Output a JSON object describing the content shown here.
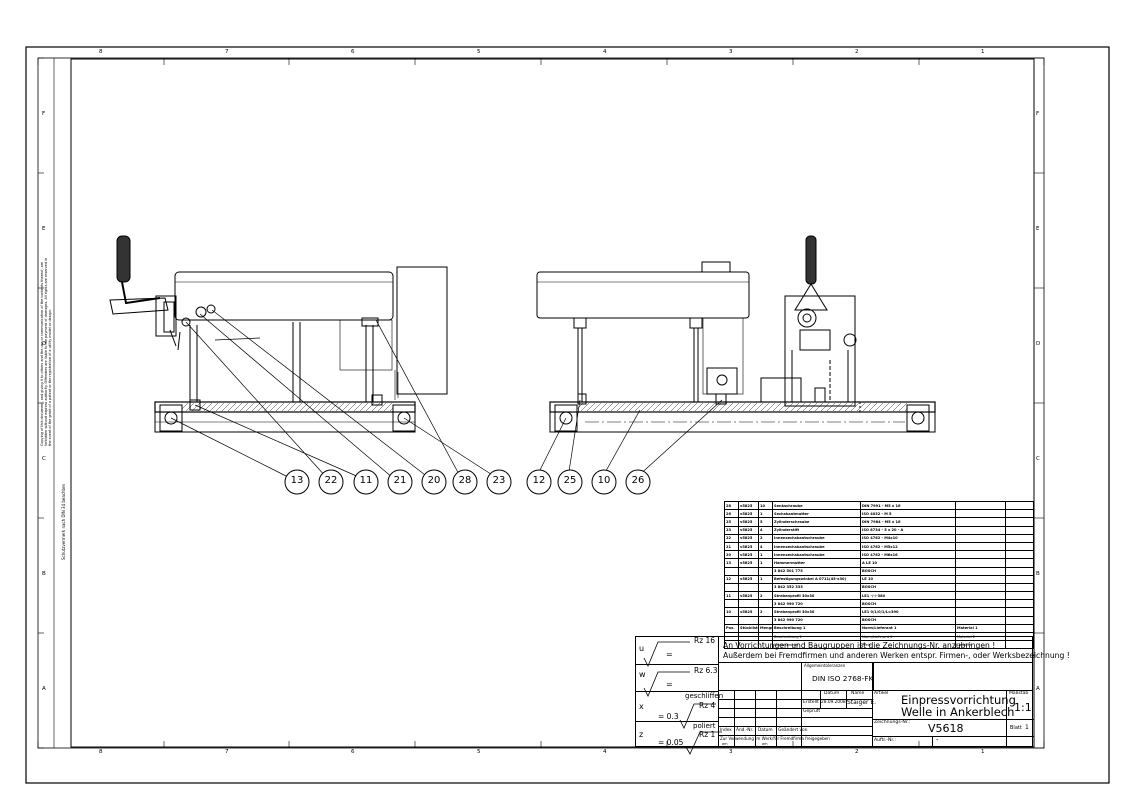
{
  "zones_top": [
    "8",
    "7",
    "6",
    "5",
    "4",
    "3",
    "2",
    "1"
  ],
  "zones_bottom": [
    "8",
    "7",
    "6",
    "5",
    "4",
    "3",
    "2",
    "1"
  ],
  "zones_side": [
    "F",
    "E",
    "D",
    "C",
    "B",
    "A"
  ],
  "copyright_note": "Copying of this document, and giving it to others and the use or communication of the contents thereof, are forbidden without express authority. Offenders are liable to the payment of damages. All rights are reserved in the event of the grant of a patent or the registration of a utility model or design.",
  "protection_note": "Schutzvermerk nach DIN 34 beachten",
  "balloons": [
    "13",
    "22",
    "11",
    "21",
    "20",
    "28",
    "23",
    "12",
    "25",
    "10",
    "26"
  ],
  "parts_list": {
    "rows": [
      [
        "28",
        "v5825",
        "10",
        "Senkschraube",
        "DIN 7991 - M5 x 16",
        "",
        ""
      ],
      [
        "26",
        "v5825",
        "1",
        "Sechskantmutter",
        "ISO 4032 - M 5",
        "",
        ""
      ],
      [
        "25",
        "v5825",
        "5",
        "Zylinderschraube",
        "DIN 7984 - M5 x 16",
        "",
        ""
      ],
      [
        "23",
        "v5825",
        "4",
        "Zylinderstift",
        "ISO 8734 - 5 x 20 - A",
        "",
        ""
      ],
      [
        "22",
        "v5825",
        "2",
        "Innensechskantschraube",
        "ISO 4762 - M4x10",
        "",
        ""
      ],
      [
        "21",
        "v5825",
        "4",
        "Innensechskantschraube",
        "ISO 4762 - M5x12",
        "",
        ""
      ],
      [
        "20",
        "v5825",
        "1",
        "Innensechskantschraube",
        "ISO 4762 - M6x16",
        "",
        ""
      ],
      [
        "13",
        "v5825",
        "1",
        "Hammermutter",
        "A LE 10",
        "",
        ""
      ],
      [
        "",
        "",
        "",
        "3 842 501 775",
        "BOSCH",
        "",
        ""
      ],
      [
        "12",
        "v5825",
        "1",
        "Befestigungswinkel A 0711(45-x30)",
        "LE 10",
        "",
        ""
      ],
      [
        "",
        "",
        "",
        "3 842 352 333",
        "BOSCH",
        "",
        ""
      ],
      [
        "11",
        "v5825",
        "2",
        "Strebenprofil 30x30",
        "LE1 -/-/-380",
        "",
        ""
      ],
      [
        "",
        "",
        "",
        "3 842 990 720",
        "BOSCH",
        "",
        ""
      ],
      [
        "10",
        "v5825",
        "2",
        "Strebenprofil 30x30",
        "LE1 0/1/0/1/L=390",
        "",
        ""
      ],
      [
        "",
        "",
        "",
        "3 842 990 720",
        "BOSCH",
        "",
        ""
      ]
    ],
    "header": [
      "Pos.",
      "Stückliste-Nr.",
      "Menge",
      "Beschreibung 1",
      "Norm/Lieferant 1",
      "Material 1",
      ""
    ],
    "header2": [
      "",
      "",
      "",
      "Beschreibung 2",
      "Norm/Lieferant 2",
      "Material 2",
      ""
    ],
    "header3": [
      "",
      "",
      "",
      "Identnummer",
      "Preis",
      "Gewicht",
      ""
    ]
  },
  "surfaces": {
    "u_value": "Rz 16",
    "w_value": "Rz 6.3",
    "x_note": "geschliffen",
    "x_value": "Rz 4",
    "x_prefix": "= 0.3",
    "z_note": "poliert",
    "z_value": "Rz 1",
    "z_prefix": "= 0.05"
  },
  "title_block": {
    "note_line1": "An Vorrichtungen und Baugruppen ist die Zeichnungs-Nr. anzubringen !",
    "note_line2": "Außerdem bei Fremdfirmen und anderen Werken entspr. Firmen-, oder Werksbezeichnung !",
    "tolerance_label": "Allgemeintoleranzen",
    "tolerance_value": "DIN ISO 2768-FK",
    "datum_label": "Datum",
    "name_label": "Name",
    "erstellt_label": "Erstellt",
    "erstellt_date": "28.09.2008",
    "erstellt_name": "Staiger E.",
    "geprueft_label": "Geprüft",
    "artikel_label": "Artikel",
    "title1": "Einpressvorrichtung",
    "title2": "Welle in Ankerblech",
    "massstab_label": "Maßstab",
    "scale": "1:1",
    "drawing_no_label": "Zeichnungs-Nr.:",
    "drawing_no": "V5618",
    "sheet_label": "Blatt",
    "sheet_value": "1",
    "order_label": "Auftr.-Nr.:",
    "order_value": "-",
    "rev_headers": [
      "Index",
      "Ånd.-Nr.",
      "Datum",
      "Geändert von"
    ],
    "usage_label": "Zur Verwendung im Werk/für Fremdfirma freigegeben",
    "usage_sub1": "am",
    "usage_sub2": "am"
  }
}
